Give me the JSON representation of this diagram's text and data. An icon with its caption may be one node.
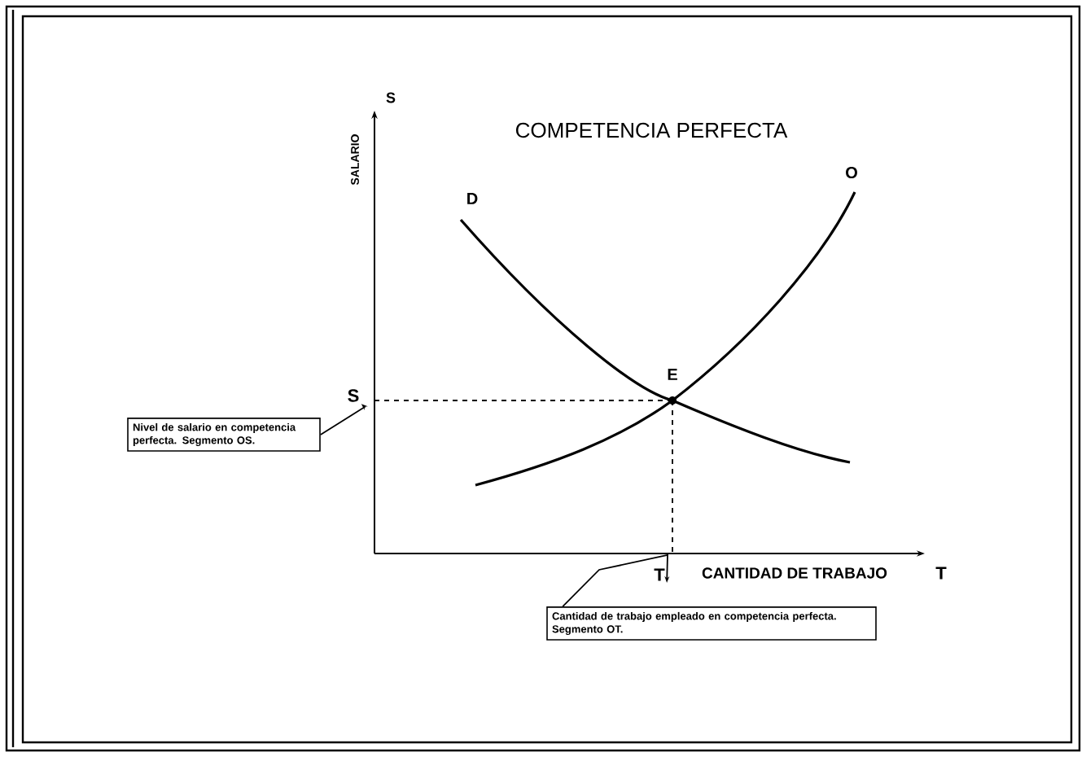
{
  "diagram": {
    "title": "COMPETENCIA PERFECTA",
    "nodes": [
      {
        "text": [
          "Nivel de salario en competencia perfecta. Segmento OS."
        ]
      },
      {
        "text": [
          "Cantidad de trabajo empleado en competencia perfecta. Segmento OT."
        ]
      },
      {
        "text": [
          "S"
        ]
      },
      {
        "text": [
          "T"
        ]
      }
    ],
    "edges": [
      {
        "from": 0,
        "to": 2,
        "arrow": "to"
      },
      {
        "from": 1,
        "to": 3,
        "arrow": "to"
      }
    ],
    "labels": [
      "S",
      "SALARIO",
      "D",
      "O",
      "E",
      "CANTIDAD DE TRABAJO",
      "T"
    ]
  }
}
